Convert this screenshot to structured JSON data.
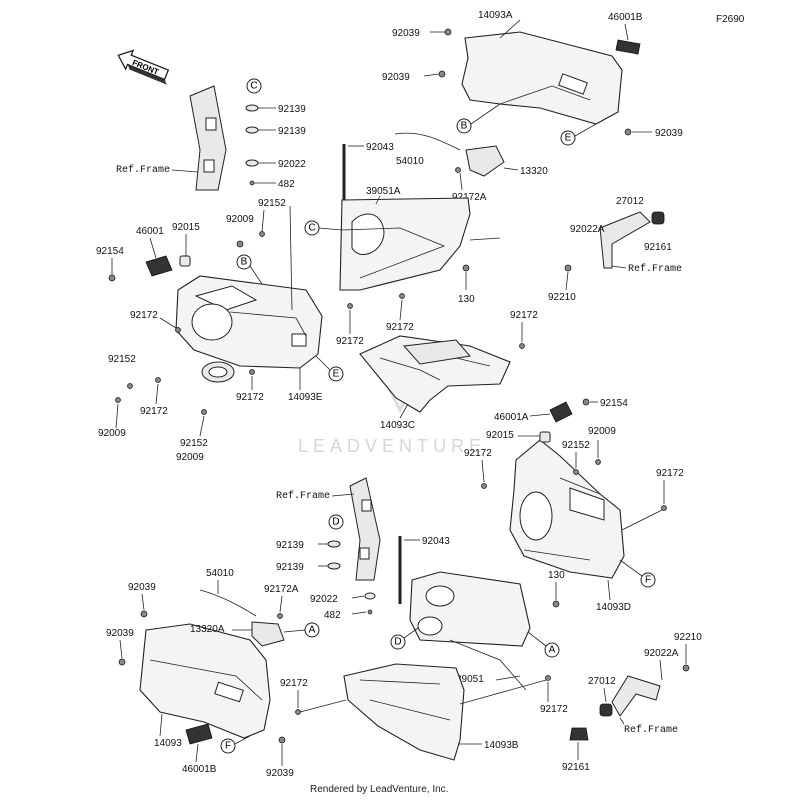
{
  "figure_code": "F2690",
  "front_label": "FRONT",
  "watermark": "LEADVENTURE",
  "footer": "Rendered by LeadVenture, Inc.",
  "ref_frame": "Ref.Frame",
  "callouts": [
    "A",
    "B",
    "C",
    "D",
    "E",
    "F"
  ],
  "part_numbers": {
    "p14093A": "14093A",
    "p46001B": "46001B",
    "p92039": "92039",
    "p92139": "92139",
    "p92022": "92022",
    "p482": "482",
    "p92043": "92043",
    "p54010": "54010",
    "p13320": "13320",
    "p13320A": "13320A",
    "p92172A": "92172A",
    "p39051A": "39051A",
    "p39051": "39051",
    "p27012": "27012",
    "p92022A": "92022A",
    "p92161": "92161",
    "p92210": "92210",
    "p130": "130",
    "p92152": "92152",
    "p92009": "92009",
    "p46001": "46001",
    "p46001A": "46001A",
    "p92015": "92015",
    "p92154": "92154",
    "p92172": "92172",
    "p14093E": "14093E",
    "p14093C": "14093C",
    "p14093D": "14093D",
    "p14093B": "14093B",
    "p14093": "14093"
  }
}
